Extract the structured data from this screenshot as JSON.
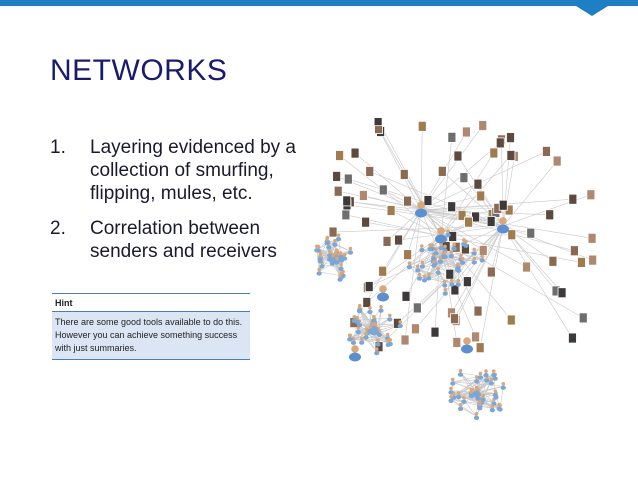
{
  "slide": {
    "title": "NETWORKS",
    "accent_color": "#1f7fc4",
    "title_color": "#1b1b6e"
  },
  "bullets": [
    {
      "number": "1.",
      "text": "Layering evidenced by a collection of smurfing, flipping, mules, etc."
    },
    {
      "number": "2.",
      "text": "Correlation between senders and receivers"
    }
  ],
  "hint": {
    "title": "Hint",
    "body": "There are some good tools available to do this. However you can achieve something success with just summaries."
  },
  "network_image": {
    "description_icon": "social-network-graph-icon"
  }
}
